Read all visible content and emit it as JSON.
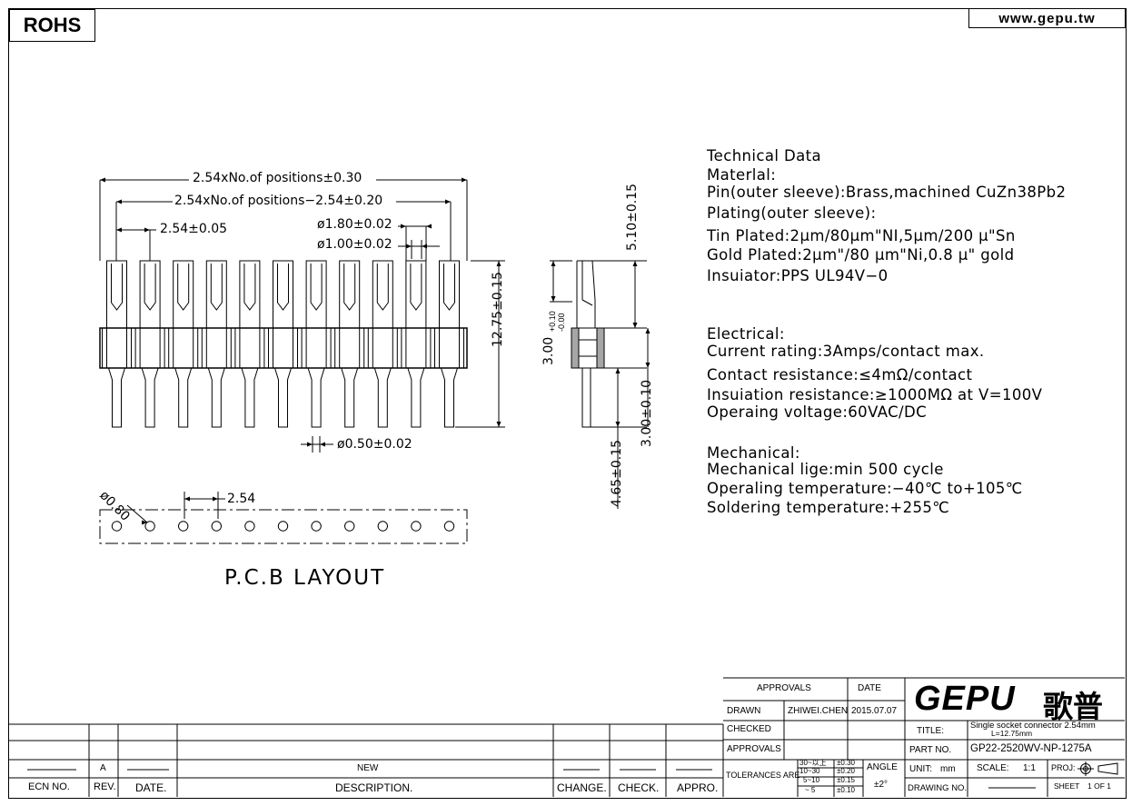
{
  "header": {
    "rohs": "ROHS",
    "website": "www.gepu.tw"
  },
  "front_view": {
    "dim_total": "2.54xNo.of positions±0.30",
    "dim_minus": "2.54xNo.of positions−2.54±0.20",
    "dim_pitch": "2.54±0.05",
    "dim_d180": "ø1.80±0.02",
    "dim_d100": "ø1.00±0.02",
    "dim_d050": "ø0.50±0.02",
    "dim_height": "12.75±0.15",
    "positions": 11
  },
  "side_view": {
    "dim_510": "5.10±0.15",
    "dim_300a": "3.00",
    "dim_300a_tol_up": "+0.10",
    "dim_300a_tol_dn": "-0.00",
    "dim_465": "4.65±0.15",
    "dim_300b": "3.00±0.10"
  },
  "pcb": {
    "dia": "ø0.80",
    "pitch": "2.54",
    "title": "P.C.B LAYOUT"
  },
  "tech": {
    "title": "Technical Data",
    "lines": [
      "Materlal:",
      "Pin(outer sleeve):Brass,machined CuZn38Pb2",
      "Plating(outer sleeve):",
      "Tin Plated:2µm/80µm\"NI,5µm/200 µ\"Sn",
      "Gold Plated:2µm\"/80 µm\"Ni,0.8 µ\" gold",
      "Insuiator:PPS UL94V−0"
    ]
  },
  "electrical": {
    "title": "Electrical:",
    "lines": [
      "Current rating:3Amps/contact max.",
      "Contact resistance:≤4mΩ/contact",
      "Insuiation resistance:≥1000MΩ at V=100V",
      "Operaing voltage:60VAC/DC"
    ]
  },
  "mechanical": {
    "title": "Mechanical:",
    "lines": [
      "Mechanical lige:min 500 cycle",
      "Operaling temperature:−40℃  to+105℃",
      "Soldering temperature:+255℃"
    ]
  },
  "revision": {
    "rev_value": "A",
    "desc_value": "NEW",
    "ecn_no": "ECN NO.",
    "rev": "REV.",
    "date": "DATE.",
    "description": "DESCRIPTION.",
    "change": "CHANGE.",
    "check": "CHECK.",
    "appro": "APPRO."
  },
  "titleblock": {
    "approvals_hdr": "APPROVALS",
    "date_hdr": "DATE",
    "drawn": "DRAWN",
    "drawn_by": "ZHIWEI.CHEN",
    "drawn_date": "2015.07.07",
    "checked": "CHECKED",
    "approvals": "APPROVALS",
    "tolerances": "TOLERANCES ARE",
    "tol_rows": [
      [
        "30~以上",
        "±0.30"
      ],
      [
        "10~30",
        "±0.20"
      ],
      [
        "5~10",
        "±0.15"
      ],
      [
        "~ 5",
        "±0.10"
      ]
    ],
    "angle": "ANGLE",
    "angle_val": "±2°",
    "logo": "GEPU",
    "logo_cn": "歌普",
    "title_label": "TITLE:",
    "title_value": "Single socket connector 2.54mm",
    "title_value2": "L=12.75mm",
    "part_label": "PART NO.",
    "part_value": "GP22-2520WV-NP-1275A",
    "unit_label": "UNIT:",
    "unit_value": "mm",
    "scale_label": "SCALE:",
    "scale_value": "1:1",
    "proj_label": "PROJ:",
    "drawing_label": "DRAWING NO.",
    "sheet_label": "SHEET",
    "sheet_value": "1 OF 1"
  }
}
